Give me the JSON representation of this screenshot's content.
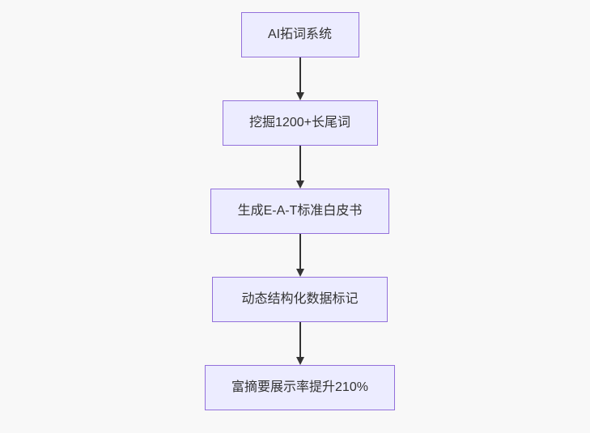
{
  "page": {
    "background_color": "#f8f8f8"
  },
  "flowchart": {
    "type": "flowchart",
    "direction": "top-down",
    "node_fill_color": "#ECECFF",
    "node_border_color": "#9370DB",
    "node_text_color": "#333333",
    "arrow_color": "#333333",
    "nodes": [
      {
        "id": "n1",
        "label": "AI拓词系统"
      },
      {
        "id": "n2",
        "label": "挖掘1200+长尾词"
      },
      {
        "id": "n3",
        "label": "生成E-A-T标准白皮书"
      },
      {
        "id": "n4",
        "label": "动态结构化数据标记"
      },
      {
        "id": "n5",
        "label": "富摘要展示率提升210%"
      }
    ],
    "edges": [
      {
        "from": "n1",
        "to": "n2"
      },
      {
        "from": "n2",
        "to": "n3"
      },
      {
        "from": "n3",
        "to": "n4"
      },
      {
        "from": "n4",
        "to": "n5"
      }
    ]
  }
}
